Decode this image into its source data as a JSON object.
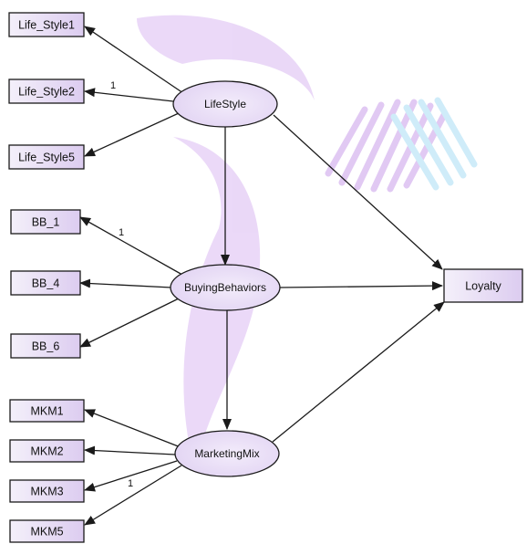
{
  "colors": {
    "box_fill_start": "#f4f0fa",
    "box_fill_end": "#dcccf0",
    "ellipse_fill": "#ece3f7",
    "stroke": "#1a1a1a",
    "watermark_purple": "#d7b8ef",
    "watermark_blue": "#bfe6f7"
  },
  "latent_variables": {
    "lifestyle": "LifeStyle",
    "buying": "BuyingBehaviors",
    "marketing": "MarketingMix"
  },
  "observed_variables": {
    "ls1": "Life_Style1",
    "ls2": "Life_Style2",
    "ls5": "Life_Style5",
    "bb1": "BB_1",
    "bb4": "BB_4",
    "bb6": "BB_6",
    "mkm1": "MKM1",
    "mkm2": "MKM2",
    "mkm3": "MKM3",
    "mkm5": "MKM5",
    "loyalty": "Loyalty"
  },
  "fixed_loadings": {
    "lifestyle_ls2": "1",
    "buying_bb1": "1",
    "marketing_mkm3": "1"
  },
  "paths": [
    {
      "from": "LifeStyle",
      "to": "Life_Style1"
    },
    {
      "from": "LifeStyle",
      "to": "Life_Style2"
    },
    {
      "from": "LifeStyle",
      "to": "Life_Style5"
    },
    {
      "from": "LifeStyle",
      "to": "BuyingBehaviors"
    },
    {
      "from": "LifeStyle",
      "to": "Loyalty"
    },
    {
      "from": "BuyingBehaviors",
      "to": "BB_1"
    },
    {
      "from": "BuyingBehaviors",
      "to": "BB_4"
    },
    {
      "from": "BuyingBehaviors",
      "to": "BB_6"
    },
    {
      "from": "BuyingBehaviors",
      "to": "MarketingMix"
    },
    {
      "from": "BuyingBehaviors",
      "to": "Loyalty"
    },
    {
      "from": "MarketingMix",
      "to": "MKM1"
    },
    {
      "from": "MarketingMix",
      "to": "MKM2"
    },
    {
      "from": "MarketingMix",
      "to": "MKM3"
    },
    {
      "from": "MarketingMix",
      "to": "MKM5"
    },
    {
      "from": "MarketingMix",
      "to": "Loyalty"
    }
  ]
}
